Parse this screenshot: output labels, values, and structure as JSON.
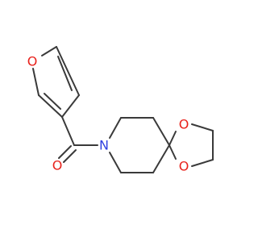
{
  "atoms": {
    "furan_oxygen": "O",
    "carbonyl_oxygen": "O",
    "amide_nitrogen": "N",
    "dioxolane_oxygen_top": "O",
    "dioxolane_oxygen_bottom": "O"
  },
  "colors": {
    "bond": "#3a3a3a",
    "oxygen": "#e8211b",
    "nitrogen": "#2f3fe0",
    "background": "#ffffff"
  }
}
